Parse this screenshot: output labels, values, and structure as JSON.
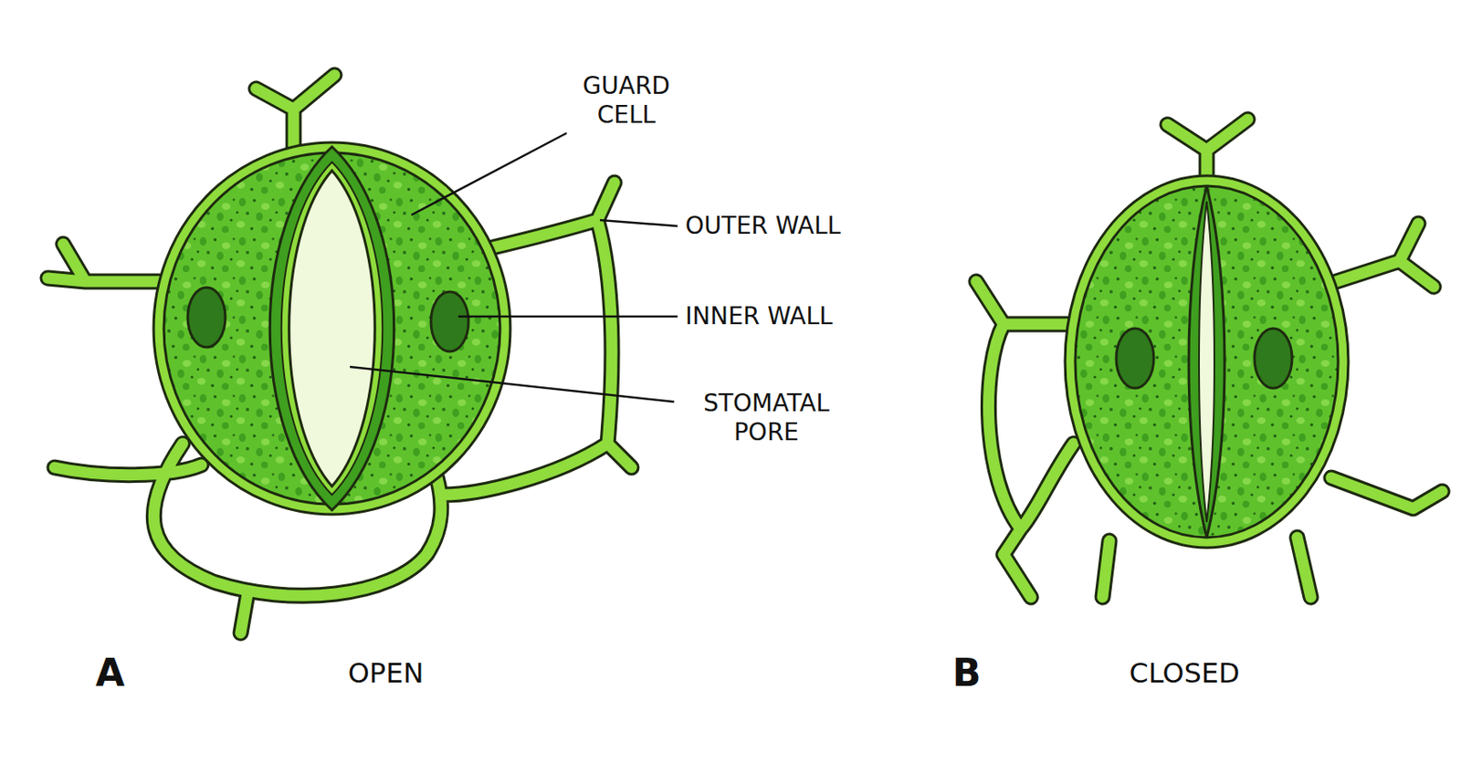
{
  "diagram": {
    "labels": [
      "GUARD CELL",
      "OUTER WALL",
      "INNER WALL",
      "STOMATAL PORE",
      "A",
      "OPEN",
      "B",
      "CLOSED"
    ]
  }
}
